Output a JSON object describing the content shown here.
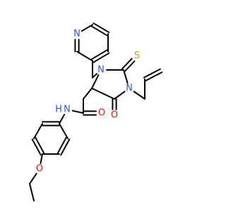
{
  "molecule": {
    "atoms": [
      {
        "id": "Npy",
        "label": "N",
        "color": "#3050F8"
      },
      {
        "id": "N1",
        "label": "N",
        "color": "#3050F8"
      },
      {
        "id": "N3",
        "label": "N",
        "color": "#3050F8"
      },
      {
        "id": "S",
        "label": "S",
        "color": "#C8A000"
      },
      {
        "id": "O4",
        "label": "O",
        "color": "#FF0D0D"
      },
      {
        "id": "Oam",
        "label": "O",
        "color": "#FF0D0D"
      },
      {
        "id": "Nam",
        "label": "N",
        "color": "#3050F8"
      },
      {
        "id": "Hn",
        "label": "H",
        "color": "#3050F8"
      },
      {
        "id": "Oeth",
        "label": "O",
        "color": "#FF0D0D"
      }
    ],
    "bond_color": "#000000",
    "background": "#ffffff"
  }
}
